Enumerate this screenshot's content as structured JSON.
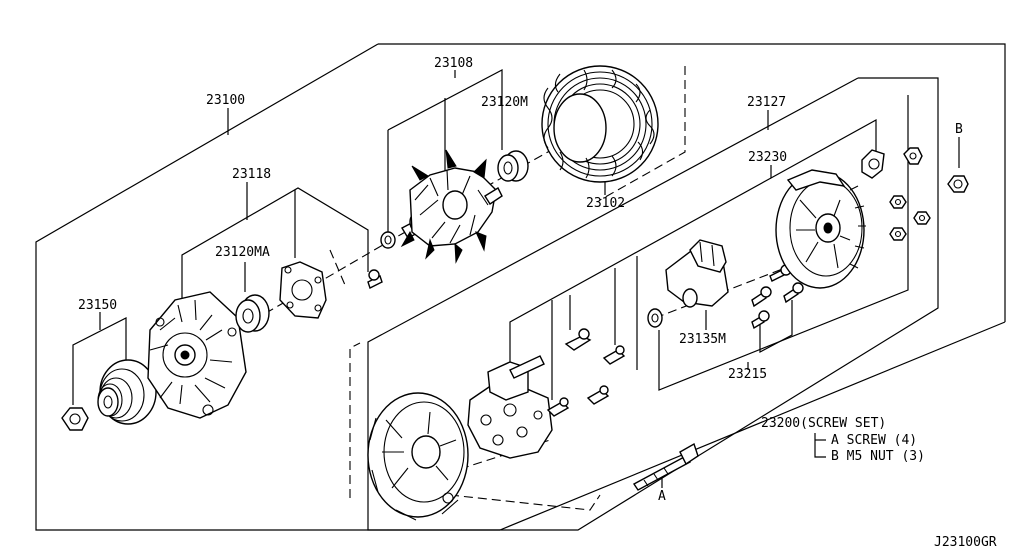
{
  "diagram": {
    "code": "J23100GR",
    "labels": {
      "assembly": "23100",
      "rotor": "23108",
      "rotor_bearing": "23120M",
      "stator": "23102",
      "front_cover_group": "23118",
      "front_bearing": "23120MA",
      "pulley": "23150",
      "rear_cover_group": "23127",
      "rear_cover": "23230",
      "brush_holder": "23135M",
      "regulator_screws": "23215",
      "screw_set": "23200(SCREW SET)",
      "screw_set_a": "A SCREW (4)",
      "screw_set_b": "B M5 NUT (3)",
      "callout_a": "A",
      "callout_b": "B"
    }
  }
}
